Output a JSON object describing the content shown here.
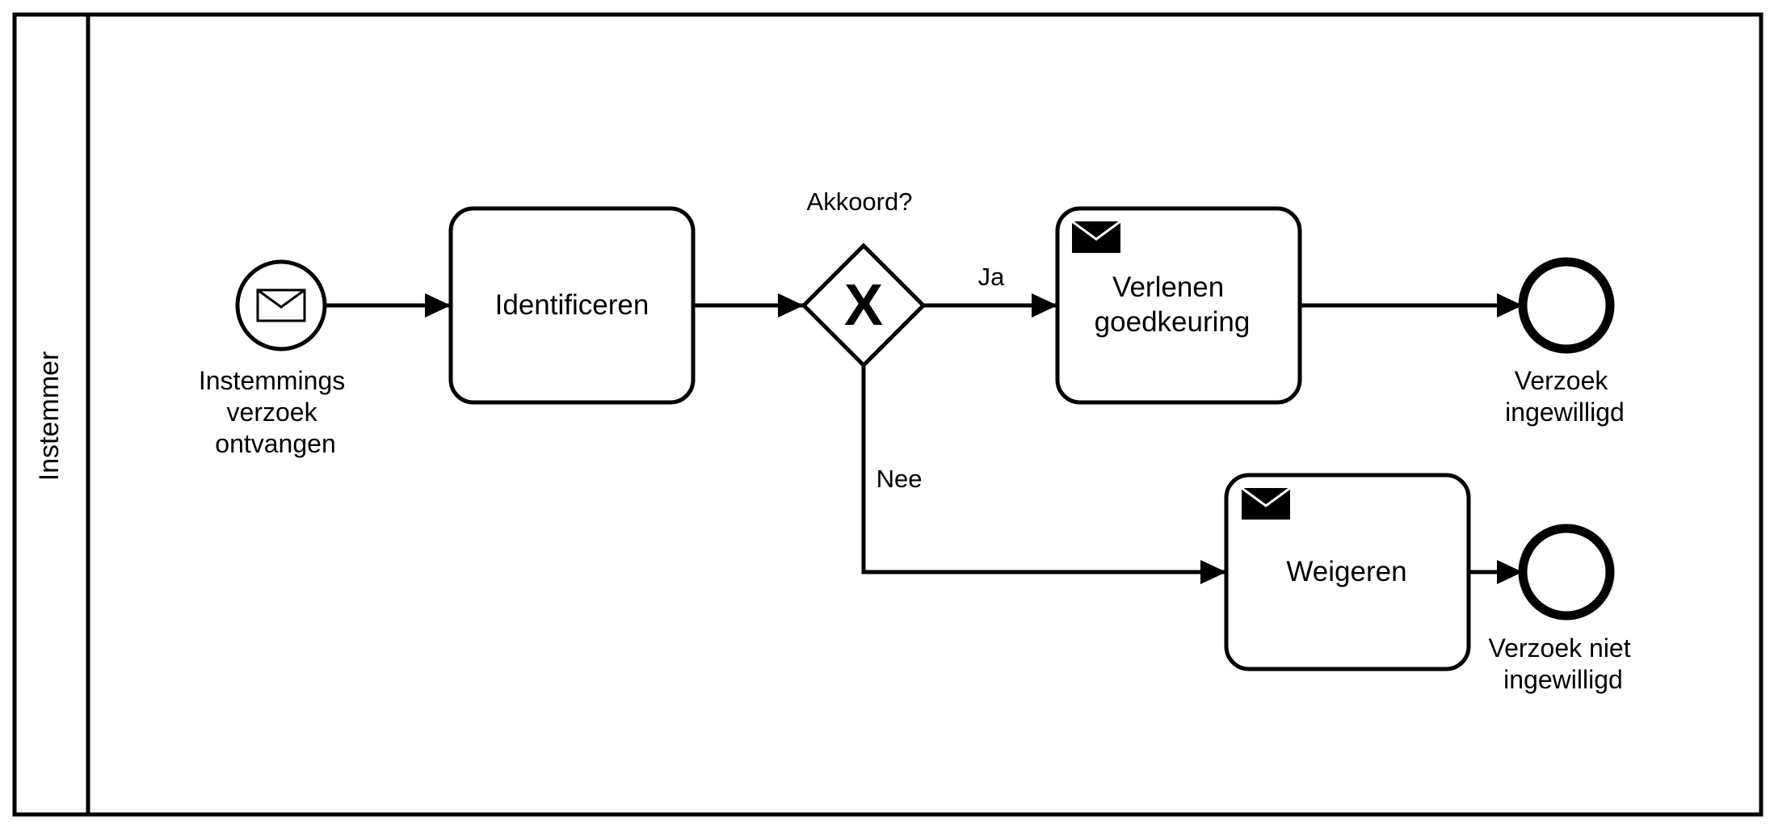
{
  "pool": {
    "lane_label": "Instemmer"
  },
  "events": {
    "start": {
      "label_lines": [
        "Instemmings",
        "verzoek",
        "ontvangen"
      ],
      "icon": "envelope-icon"
    },
    "end_granted": {
      "label_lines": [
        "Verzoek",
        "ingewilligd"
      ]
    },
    "end_not_granted": {
      "label_lines": [
        "Verzoek niet",
        "ingewilligd"
      ]
    }
  },
  "tasks": {
    "identify": {
      "label_lines": [
        "Identificeren"
      ]
    },
    "grant": {
      "label_lines": [
        "Verlenen",
        "goedkeuring"
      ],
      "icon": "send-envelope-icon"
    },
    "refuse": {
      "label_lines": [
        "Weigeren"
      ],
      "icon": "send-envelope-icon"
    }
  },
  "gateway": {
    "label": "Akkoord?",
    "marker": "X"
  },
  "flows": {
    "yes_label": "Ja",
    "no_label": "Nee"
  }
}
